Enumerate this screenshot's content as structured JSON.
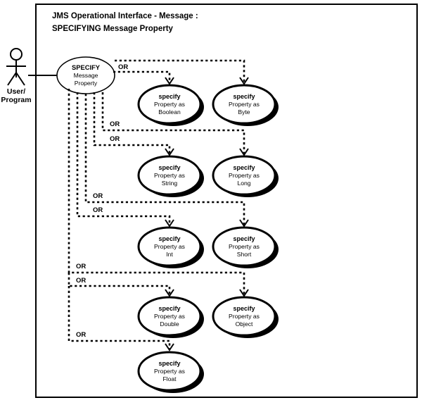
{
  "diagram": {
    "type": "uml-use-case-diagram",
    "title_line1": "JMS Operational Interface  -  Message :",
    "title_line2": "SPECIFYING Message Property",
    "colors": {
      "stroke": "#000000",
      "fill": "#ffffff",
      "shadow": "#000000"
    }
  },
  "actor": {
    "name": "actor-user-program",
    "label_line1": "User/",
    "label_line2": "Program"
  },
  "root_use_case": {
    "line1": "SPECIFY",
    "line2": "Message",
    "line3": "Property"
  },
  "use_cases": [
    {
      "id": "boolean",
      "line1": "specify",
      "line2": "Property as",
      "line3": "Boolean"
    },
    {
      "id": "byte",
      "line1": "specify",
      "line2": "Property as",
      "line3": "Byte"
    },
    {
      "id": "string",
      "line1": "specify",
      "line2": "Property as",
      "line3": "String"
    },
    {
      "id": "long",
      "line1": "specify",
      "line2": "Property as",
      "line3": "Long"
    },
    {
      "id": "int",
      "line1": "specify",
      "line2": "Property as",
      "line3": "Int"
    },
    {
      "id": "short",
      "line1": "specify",
      "line2": "Property as",
      "line3": "Short"
    },
    {
      "id": "double",
      "line1": "specify",
      "line2": "Property as",
      "line3": "Double"
    },
    {
      "id": "object",
      "line1": "specify",
      "line2": "Property as",
      "line3": "Object"
    },
    {
      "id": "float",
      "line1": "specify",
      "line2": "Property as",
      "line3": "Float"
    }
  ],
  "or_labels": [
    {
      "id": "or-1",
      "text": "OR"
    },
    {
      "id": "or-2",
      "text": "OR"
    },
    {
      "id": "or-3",
      "text": "OR"
    },
    {
      "id": "or-4",
      "text": "OR"
    },
    {
      "id": "or-5",
      "text": "OR"
    },
    {
      "id": "or-6",
      "text": "OR"
    },
    {
      "id": "or-7",
      "text": "OR"
    },
    {
      "id": "or-8",
      "text": "OR"
    }
  ]
}
